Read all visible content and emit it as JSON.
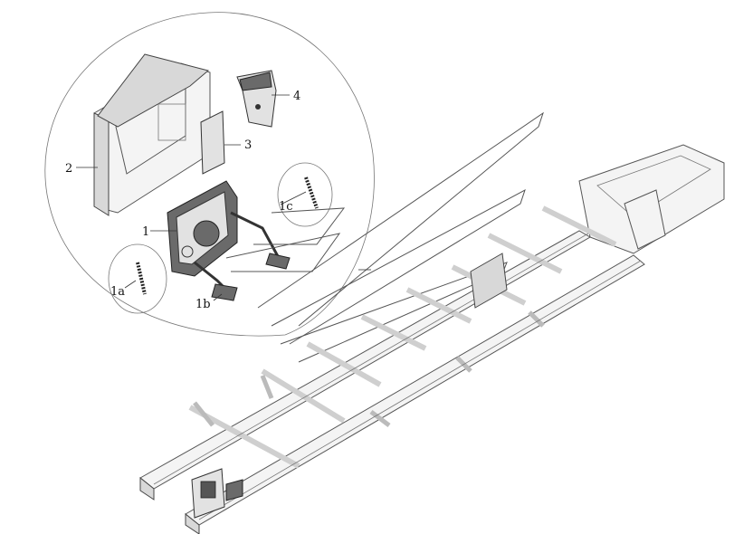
{
  "callouts": {
    "part_1": "1",
    "part_1a": "1a",
    "part_1b": "1b",
    "part_1c": "1c",
    "part_2": "2",
    "part_3": "3",
    "part_4": "4"
  },
  "colors": {
    "line": "#333333",
    "frame_fill": "#f4f4f4",
    "part_dark": "#6a6a6a"
  }
}
